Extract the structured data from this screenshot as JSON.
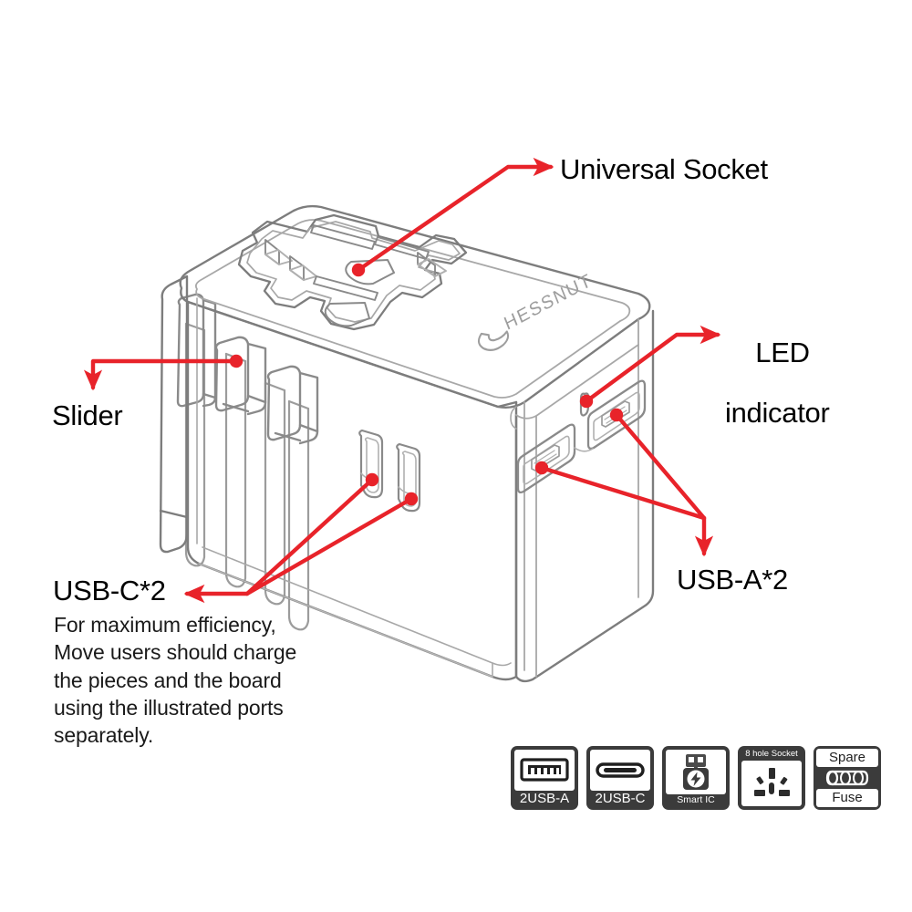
{
  "document": {
    "title": "Universal Travel Adapter — Product Callout Diagram",
    "kind": "technical line-art product illustration with callouts"
  },
  "colors": {
    "callout_red": "#e8232a",
    "line_gray": "#7d7d7d",
    "line_gray_light": "#9c9c9c",
    "text_black": "#000000",
    "badge_dark": "#3b3b3b",
    "badge_panel": "#ffffff",
    "background": "#ffffff"
  },
  "product": {
    "brand_logo_text": "HESSNUT",
    "logo_icon": "leaf-swoosh-icon"
  },
  "callouts": [
    {
      "id": "universal-socket",
      "label": "Universal Socket",
      "target": "top face multi-standard socket opening",
      "arrow": "elbow: dot at socket, diagonal up-right, horizontal right, arrowhead right"
    },
    {
      "id": "led-indicator",
      "label_line1": "LED",
      "label_line2": "indicator",
      "label": "LED indicator",
      "target": "small round pin-hole LED on right face",
      "arrow": "elbow: dot at LED hole, diagonal up-right, horizontal right, arrowhead right"
    },
    {
      "id": "usb-a",
      "label": "USB-A*2",
      "target": "two USB-A ports on right face",
      "arrow": "two diagonals from both ports converging, then vertical down, arrowhead down"
    },
    {
      "id": "slider",
      "label": "Slider",
      "target": "plug slider tab on left side",
      "arrow": "horizontal left from dot on slider tab, then vertical down, arrowhead down"
    },
    {
      "id": "usb-c",
      "label": "USB-C*2",
      "target": "two USB-C slots on front face",
      "arrow": "two diagonals from both slots converging, then horizontal left, arrowhead left"
    }
  ],
  "note": {
    "lines": [
      "For maximum efficiency,",
      "Move users should charge",
      "the pieces and the board",
      "using the illustrated ports",
      "separately."
    ]
  },
  "badges": [
    {
      "id": "usb-a",
      "caption": "2USB-A",
      "caption_position": "bottom",
      "icon": "usb-a-port-icon"
    },
    {
      "id": "usb-c",
      "caption": "2USB-C",
      "caption_position": "bottom",
      "icon": "usb-c-port-icon"
    },
    {
      "id": "smart-ic",
      "caption": "Smart IC",
      "caption_position": "bottom",
      "icon": "usb-flash-lightning-icon"
    },
    {
      "id": "socket-8-hole",
      "caption": "8 hole Socket",
      "caption_position": "top",
      "icon": "universal-socket-holes-icon"
    },
    {
      "id": "spare-fuse",
      "caption_top": "Spare",
      "caption_bottom": "Fuse",
      "caption_position": "split",
      "icon": "fuse-cylinder-icon"
    }
  ]
}
